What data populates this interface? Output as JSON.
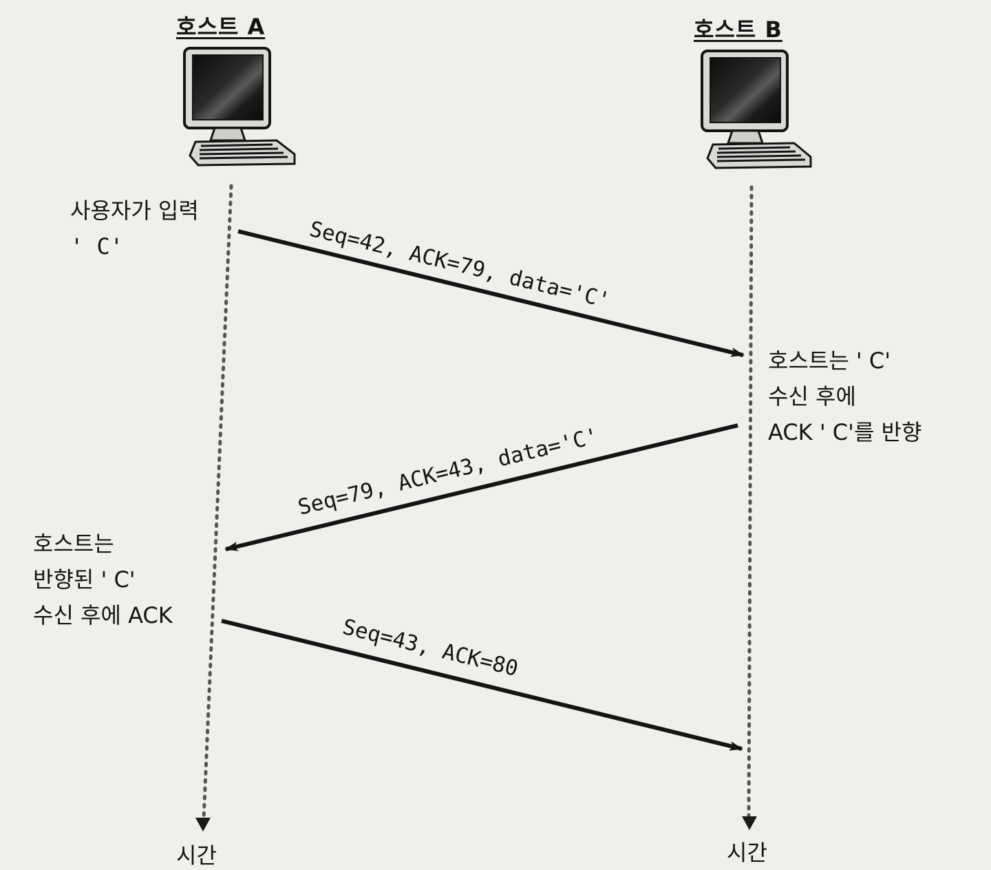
{
  "hosts": {
    "a": {
      "label": "호스트 A",
      "computer_icon": "desktop-computer-icon"
    },
    "b": {
      "label": "호스트 B",
      "computer_icon": "desktop-computer-icon"
    }
  },
  "notes": {
    "user_input": [
      "사용자가 입력",
      "' C'"
    ],
    "host_b_echo": [
      "호스트는 ' C'",
      "수신 후에",
      "ACK ' C'를 반향"
    ],
    "host_a_ack": [
      "호스트는",
      "반향된 ' C'",
      "수신 후에 ACK"
    ]
  },
  "messages": [
    {
      "label": "Seq=42, ACK=79, data='C'",
      "direction": "A-to-B"
    },
    {
      "label": "Seq=79, ACK=43, data='C'",
      "direction": "B-to-A"
    },
    {
      "label": "Seq=43, ACK=80",
      "direction": "A-to-B"
    }
  ],
  "timeline": {
    "a_label": "시간",
    "b_label": "시간"
  }
}
